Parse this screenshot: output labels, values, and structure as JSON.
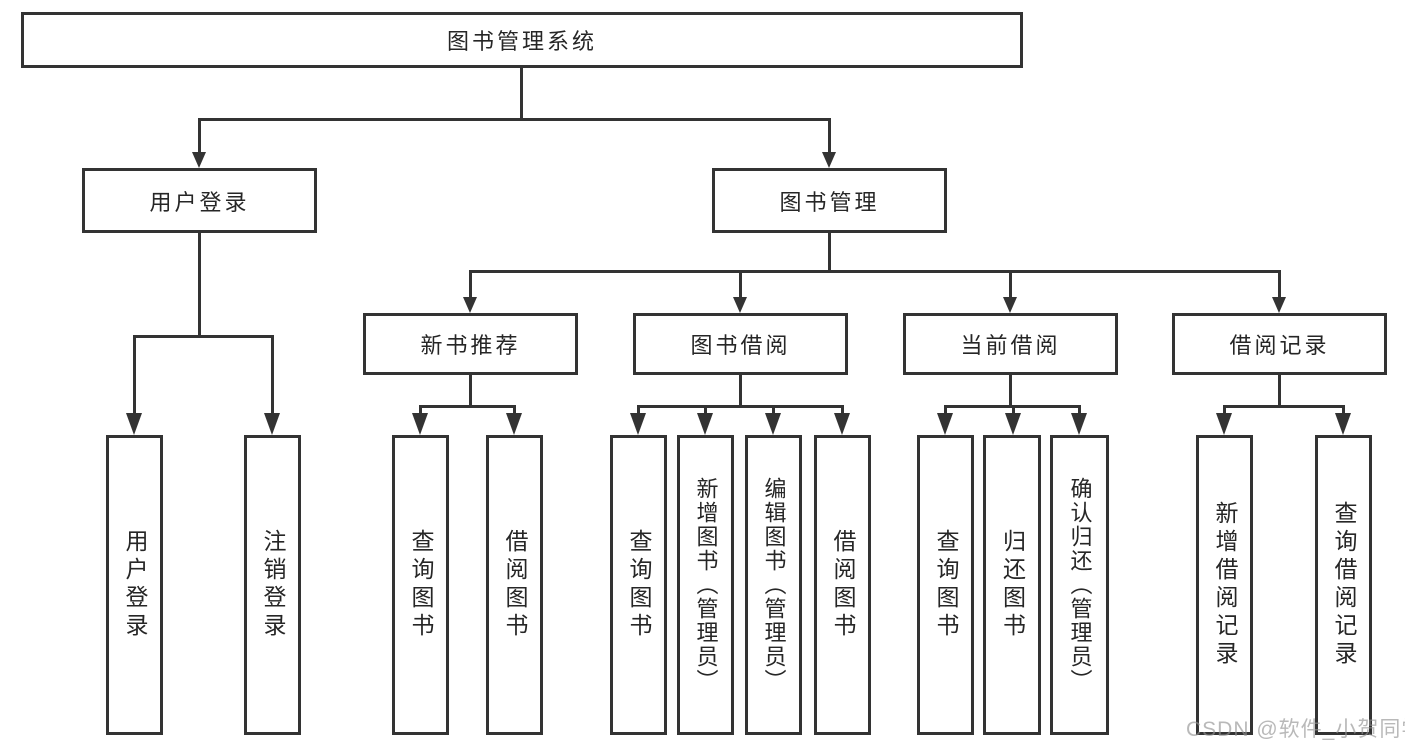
{
  "page": {
    "watermark": "CSDN @软件_小贺同学",
    "colors": {
      "line": "#333333",
      "box_border": "#333333",
      "text": "#262626",
      "background": "#ffffff",
      "watermark": "#bfbfbf"
    }
  },
  "tree": {
    "root": {
      "label": "图书管理系统"
    },
    "level1": [
      {
        "label": "用户登录",
        "leaves": [
          {
            "label": "用户登录"
          },
          {
            "label": "注销登录"
          }
        ]
      },
      {
        "label": "图书管理",
        "children": [
          {
            "label": "新书推荐",
            "leaves": [
              {
                "label": "查询图书"
              },
              {
                "label": "借阅图书"
              }
            ]
          },
          {
            "label": "图书借阅",
            "leaves": [
              {
                "label": "查询图书"
              },
              {
                "label": "新增图书（管理员）"
              },
              {
                "label": "编辑图书（管理员）"
              },
              {
                "label": "借阅图书"
              }
            ]
          },
          {
            "label": "当前借阅",
            "leaves": [
              {
                "label": "查询图书"
              },
              {
                "label": "归还图书"
              },
              {
                "label": "确认归还（管理员）"
              }
            ]
          },
          {
            "label": "借阅记录",
            "leaves": [
              {
                "label": "新增借阅记录"
              },
              {
                "label": "查询借阅记录"
              }
            ]
          }
        ]
      }
    ]
  }
}
